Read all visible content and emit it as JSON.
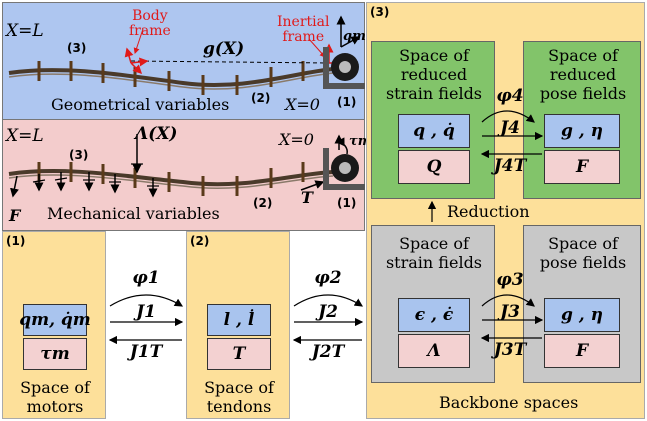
{
  "colors": {
    "geometric_bg": "#aec6f0",
    "mechanical_bg": "#f3cccc",
    "yellow_bg": "#fde09a",
    "green_bg": "#82c46a",
    "grey_bg": "#c8c8c8",
    "blue_box": "#a9c4ee",
    "pink_box": "#f3d1d1",
    "annotation_red": "#e01a1a"
  },
  "geo": {
    "x_equals_l": "X=L",
    "tag3": "(3)",
    "body_frame_line1": "Body",
    "body_frame_line2": "frame",
    "g_label": "g(X)",
    "inertial_line1": "Inertial",
    "inertial_line2": "frame",
    "q_m": "qm",
    "caption": "Geometrical variables",
    "tag2": "(2)",
    "x_equals_0": "X=0",
    "tag1": "(1)"
  },
  "mech": {
    "x_equals_l": "X=L",
    "tag3": "(3)",
    "lambda_label": "Λ(X)",
    "x_equals_0": "X=0",
    "tau_m": "τm",
    "f_label": "F",
    "caption": "Mechanical variables",
    "tag2": "(2)",
    "t_label": "T",
    "tag1": "(1)"
  },
  "motors": {
    "tag": "(1)",
    "top": "qm, q̇m",
    "bottom": "τm",
    "caption_line1": "Space of",
    "caption_line2": "motors"
  },
  "map1": {
    "phi": "φ1",
    "j": "J1",
    "jt": "J1T"
  },
  "tendons": {
    "tag": "(2)",
    "top": "l , l̇",
    "bottom": "T",
    "caption_line1": "Space of",
    "caption_line2": "tendons"
  },
  "map2": {
    "phi": "φ2",
    "j": "J2",
    "jt": "J2T"
  },
  "backbone": {
    "tag": "(3)",
    "caption": "Backbone spaces",
    "reduction": "Reduction"
  },
  "reduced_strain": {
    "title_line1": "Space of",
    "title_line2": "reduced",
    "title_line3": "strain fields",
    "top": "q , q̇",
    "bottom": "Q"
  },
  "reduced_pose": {
    "title_line1": "Space of",
    "title_line2": "reduced",
    "title_line3": "pose fields",
    "top": "g , η",
    "bottom": "F"
  },
  "map4": {
    "phi": "φ4",
    "j": "J4",
    "jt": "J4T"
  },
  "strain": {
    "title_line1": "Space of",
    "title_line2": "strain fields",
    "top": "ϵ , ϵ̇",
    "bottom": "Λ"
  },
  "pose": {
    "title_line1": "Space of",
    "title_line2": "pose fields",
    "top": "g , η",
    "bottom": "F"
  },
  "map3": {
    "phi": "φ3",
    "j": "J3",
    "jt": "J3T"
  }
}
